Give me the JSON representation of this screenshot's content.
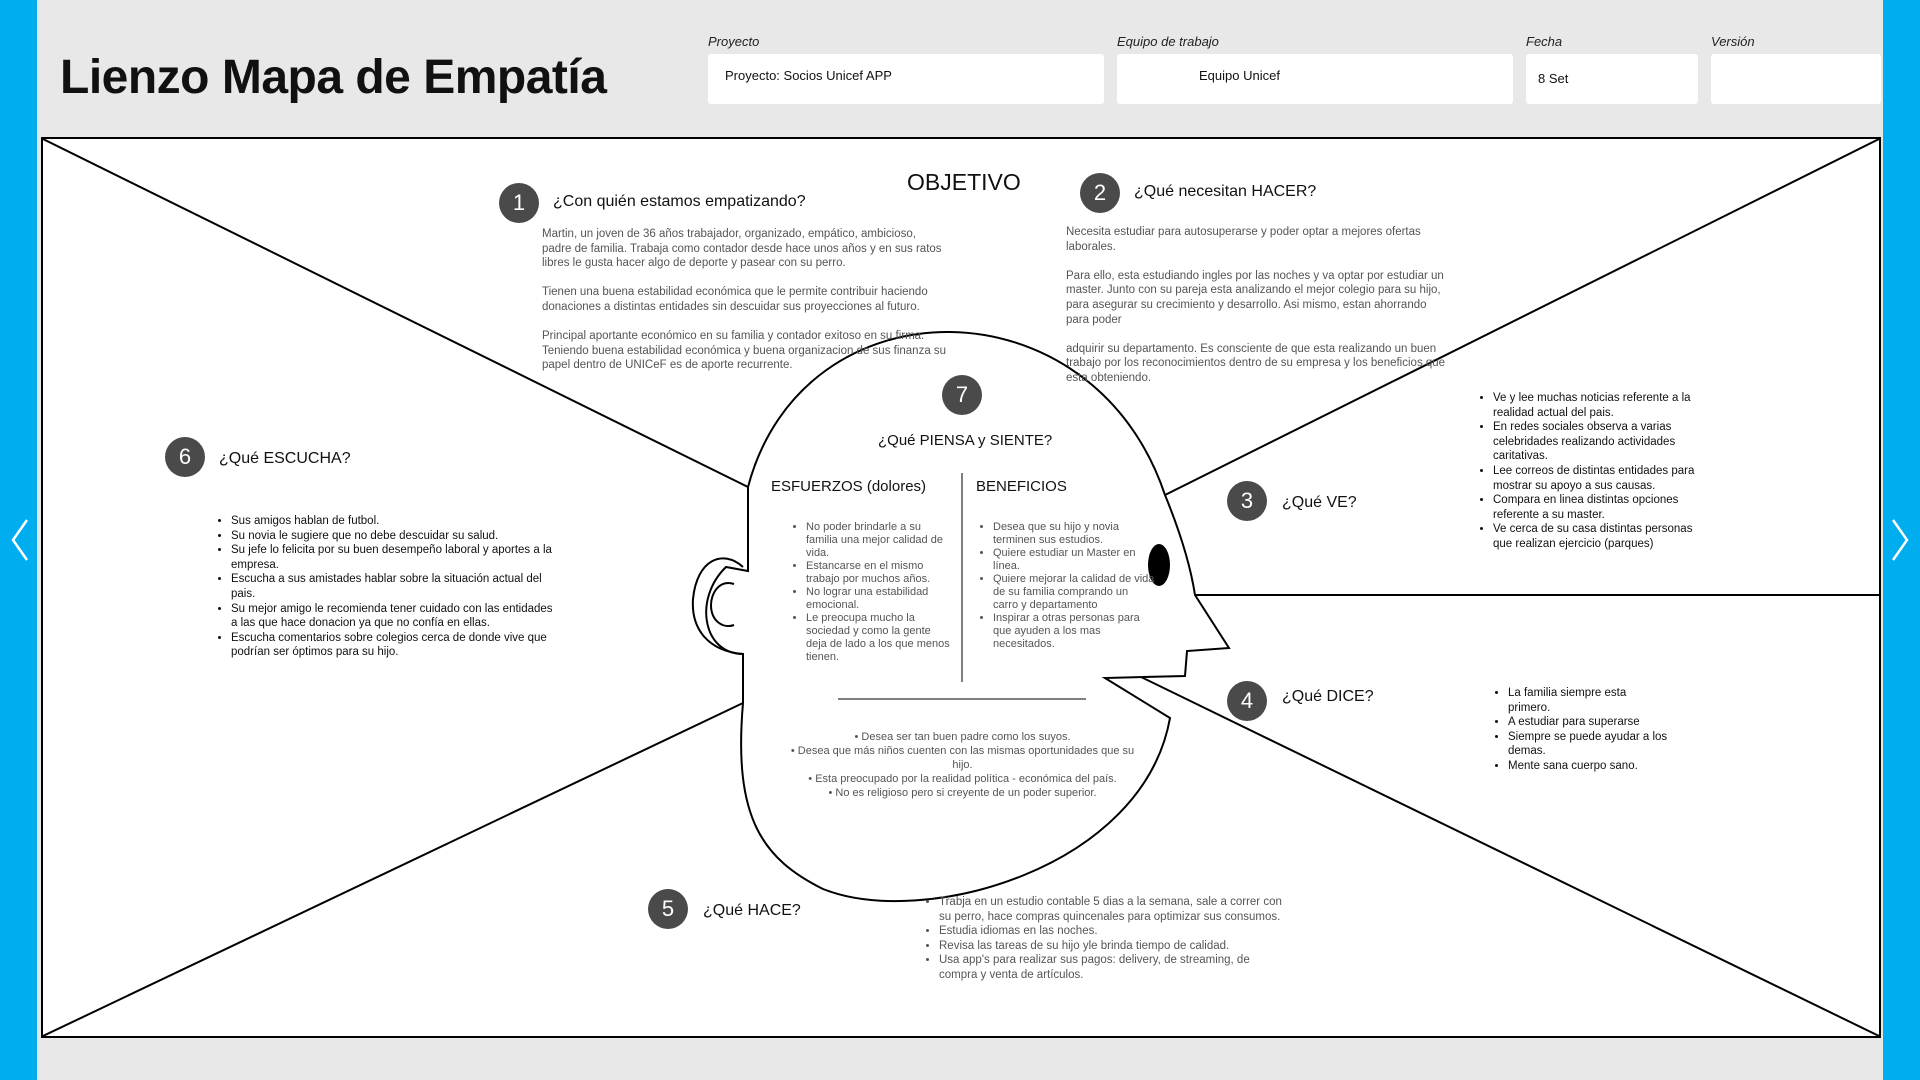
{
  "title": "Lienzo Mapa de Empatía",
  "header": {
    "proyecto": {
      "label": "Proyecto",
      "value": "Proyecto: Socios Unicef APP"
    },
    "equipo": {
      "label": "Equipo de trabajo",
      "value": "Equipo Unicef"
    },
    "fecha": {
      "label": "Fecha",
      "value": "8 Set"
    },
    "version": {
      "label": "Versión",
      "value": ""
    }
  },
  "colors": {
    "accent": "#00aeef",
    "badge": "#4a4a4a"
  },
  "canvas": {
    "objetivo": "OBJETIVO",
    "s1": {
      "number": "1",
      "question": "¿Con quién estamos empatizando?",
      "paragraphs": [
        "Martin, un joven de 36 años trabajador, organizado, empático, ambicioso, padre de familia. Trabaja como contador desde hace unos años y en sus ratos libres le gusta hacer algo de deporte y pasear con su perro.",
        "Tienen una buena estabilidad económica que le permite contribuir haciendo donaciones a distintas entidades sin descuidar sus proyecciones al futuro.",
        "Principal aportante económico en su familia y contador exitoso en su firma. Teniendo buena estabilidad económica y buena organizacion de sus finanza su papel dentro de UNICeF es de aporte recurrente."
      ]
    },
    "s2": {
      "number": "2",
      "question": "¿Qué necesitan HACER?",
      "paragraphs": [
        "Necesita estudiar para autosuperarse y poder optar a mejores ofertas laborales.",
        "Para ello, esta estudiando ingles por las noches y va optar por estudiar un master. Junto con su pareja esta analizando el mejor colegio para su hijo, para asegurar su crecimiento y desarrollo. Asi mismo, estan ahorrando para poder",
        "adquirir su departamento. Es consciente de que esta realizando un buen trabajo por los reconocimientos dentro de su empresa y los beneficios que esta obteniendo."
      ]
    },
    "s3": {
      "number": "3",
      "question": "¿Qué VE?",
      "items": [
        "Ve y lee muchas noticias referente a la realidad actual del pais.",
        "En redes sociales observa a varias celebridades realizando actividades caritativas.",
        "Lee correos de distintas entidades para mostrar su apoyo a sus causas.",
        "Compara en linea distintas opciones referente a su master.",
        "Ve cerca de su casa distintas personas que realizan ejercicio (parques)"
      ]
    },
    "s4": {
      "number": "4",
      "question": "¿Qué DICE?",
      "items": [
        "La familia siempre esta primero.",
        "A estudiar para superarse",
        "Siempre se puede ayudar a los demas.",
        "Mente sana cuerpo sano."
      ]
    },
    "s5": {
      "number": "5",
      "question": "¿Qué HACE?",
      "items": [
        "Trabja en un estudio contable 5 dias a la semana,  sale a correr con su perro, hace compras quincenales para optimizar sus consumos.",
        "Estudia idiomas en las noches.",
        "Revisa las tareas de su hijo yle brinda tiempo de calidad.",
        "Usa app's para realizar sus pagos: delivery, de streaming, de compra y venta de artículos."
      ]
    },
    "s6": {
      "number": "6",
      "question": "¿Qué ESCUCHA?",
      "items": [
        "Sus amigos hablan de futbol.",
        "Su novia le sugiere que no debe descuidar su salud.",
        "Su jefe lo felicita por su buen desempeño laboral y aportes a la empresa.",
        "Escucha a sus amistades hablar sobre la situación actual del pais.",
        "Su mejor amigo le recomienda tener cuidado con las entidades a las que hace donacion ya que no confía en ellas.",
        "Escucha comentarios sobre colegios cerca de donde vive que podrían ser óptimos para su hijo."
      ]
    },
    "s7": {
      "number": "7",
      "question": "¿Qué PIENSA y SIENTE?",
      "esfuerzos": {
        "title": "ESFUERZOS (dolores)",
        "items": [
          "No poder brindarle a su familia una mejor calidad de vida.",
          "Estancarse en el mismo trabajo por muchos años.",
          "No lograr una estabilidad emocional.",
          "Le preocupa mucho la sociedad y como la gente deja de lado a los que menos tienen."
        ]
      },
      "beneficios": {
        "title": "BENEFICIOS",
        "items": [
          "Desea que su hijo y novia terminen sus estudios.",
          "Quiere estudiar un Master en línea.",
          "Quiere mejorar la calidad de vida de su familia comprando un carro y departamento",
          "Inspirar a otras personas para que ayuden a los mas necesitados."
        ]
      },
      "extra": [
        "Desea ser tan buen padre como los suyos.",
        "Desea que más niños cuenten con las mismas oportunidades que su hijo.",
        "Esta preocupado por la realidad política - económica del país.",
        "No es religioso pero si creyente de un poder superior."
      ]
    }
  }
}
